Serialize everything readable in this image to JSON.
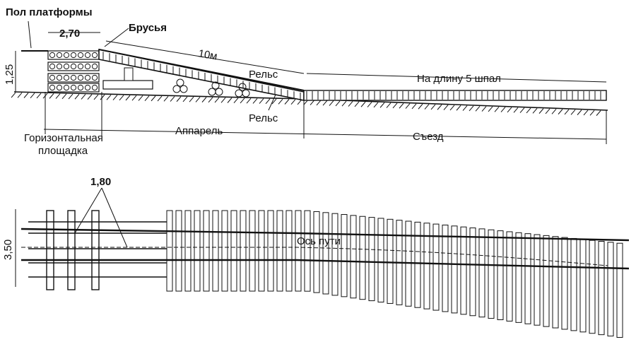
{
  "labels": {
    "platform_floor": "Пол платформы",
    "beams": "Брусья",
    "rail_upper": "Рельс",
    "rail_lower": "Рельс",
    "length_5_sleepers": "На длину 5 шпал",
    "horizontal_area_line1": "Горизонтальная",
    "horizontal_area_line2": "площадка",
    "ramp": "Аппарель",
    "descent": "Съезд",
    "track_axis": "Ось пути"
  },
  "dimensions": {
    "width_top": "2,70",
    "height": "1,25",
    "ramp_length": "10м",
    "spacing": "1,80",
    "plan_width": "3,50"
  }
}
